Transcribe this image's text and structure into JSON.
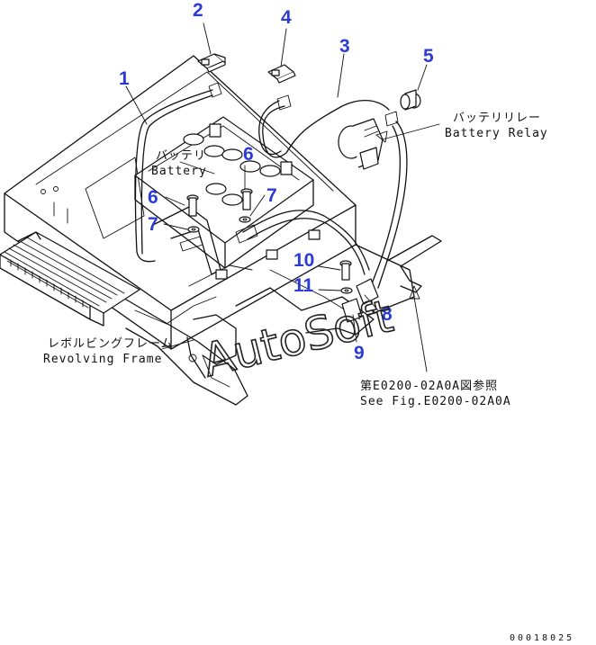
{
  "callouts": {
    "c1": "1",
    "c2": "2",
    "c3": "3",
    "c4": "4",
    "c5": "5",
    "c6a": "6",
    "c6b": "6",
    "c7a": "7",
    "c7b": "7",
    "c8": "8",
    "c9": "9",
    "c10": "10",
    "c11": "11"
  },
  "labels": {
    "battery_jp": "バッテリ",
    "battery_en": "Battery",
    "relay_jp": "バッテリリレー",
    "relay_en": "Battery Relay",
    "frame_jp": "レボルビングフレーム",
    "frame_en": "Revolving Frame",
    "ref_jp": "第E0200-02A0A図参照",
    "ref_en": "See Fig.E0200-02A0A"
  },
  "watermark": "AutoSoft",
  "drawing_code": "00018025"
}
